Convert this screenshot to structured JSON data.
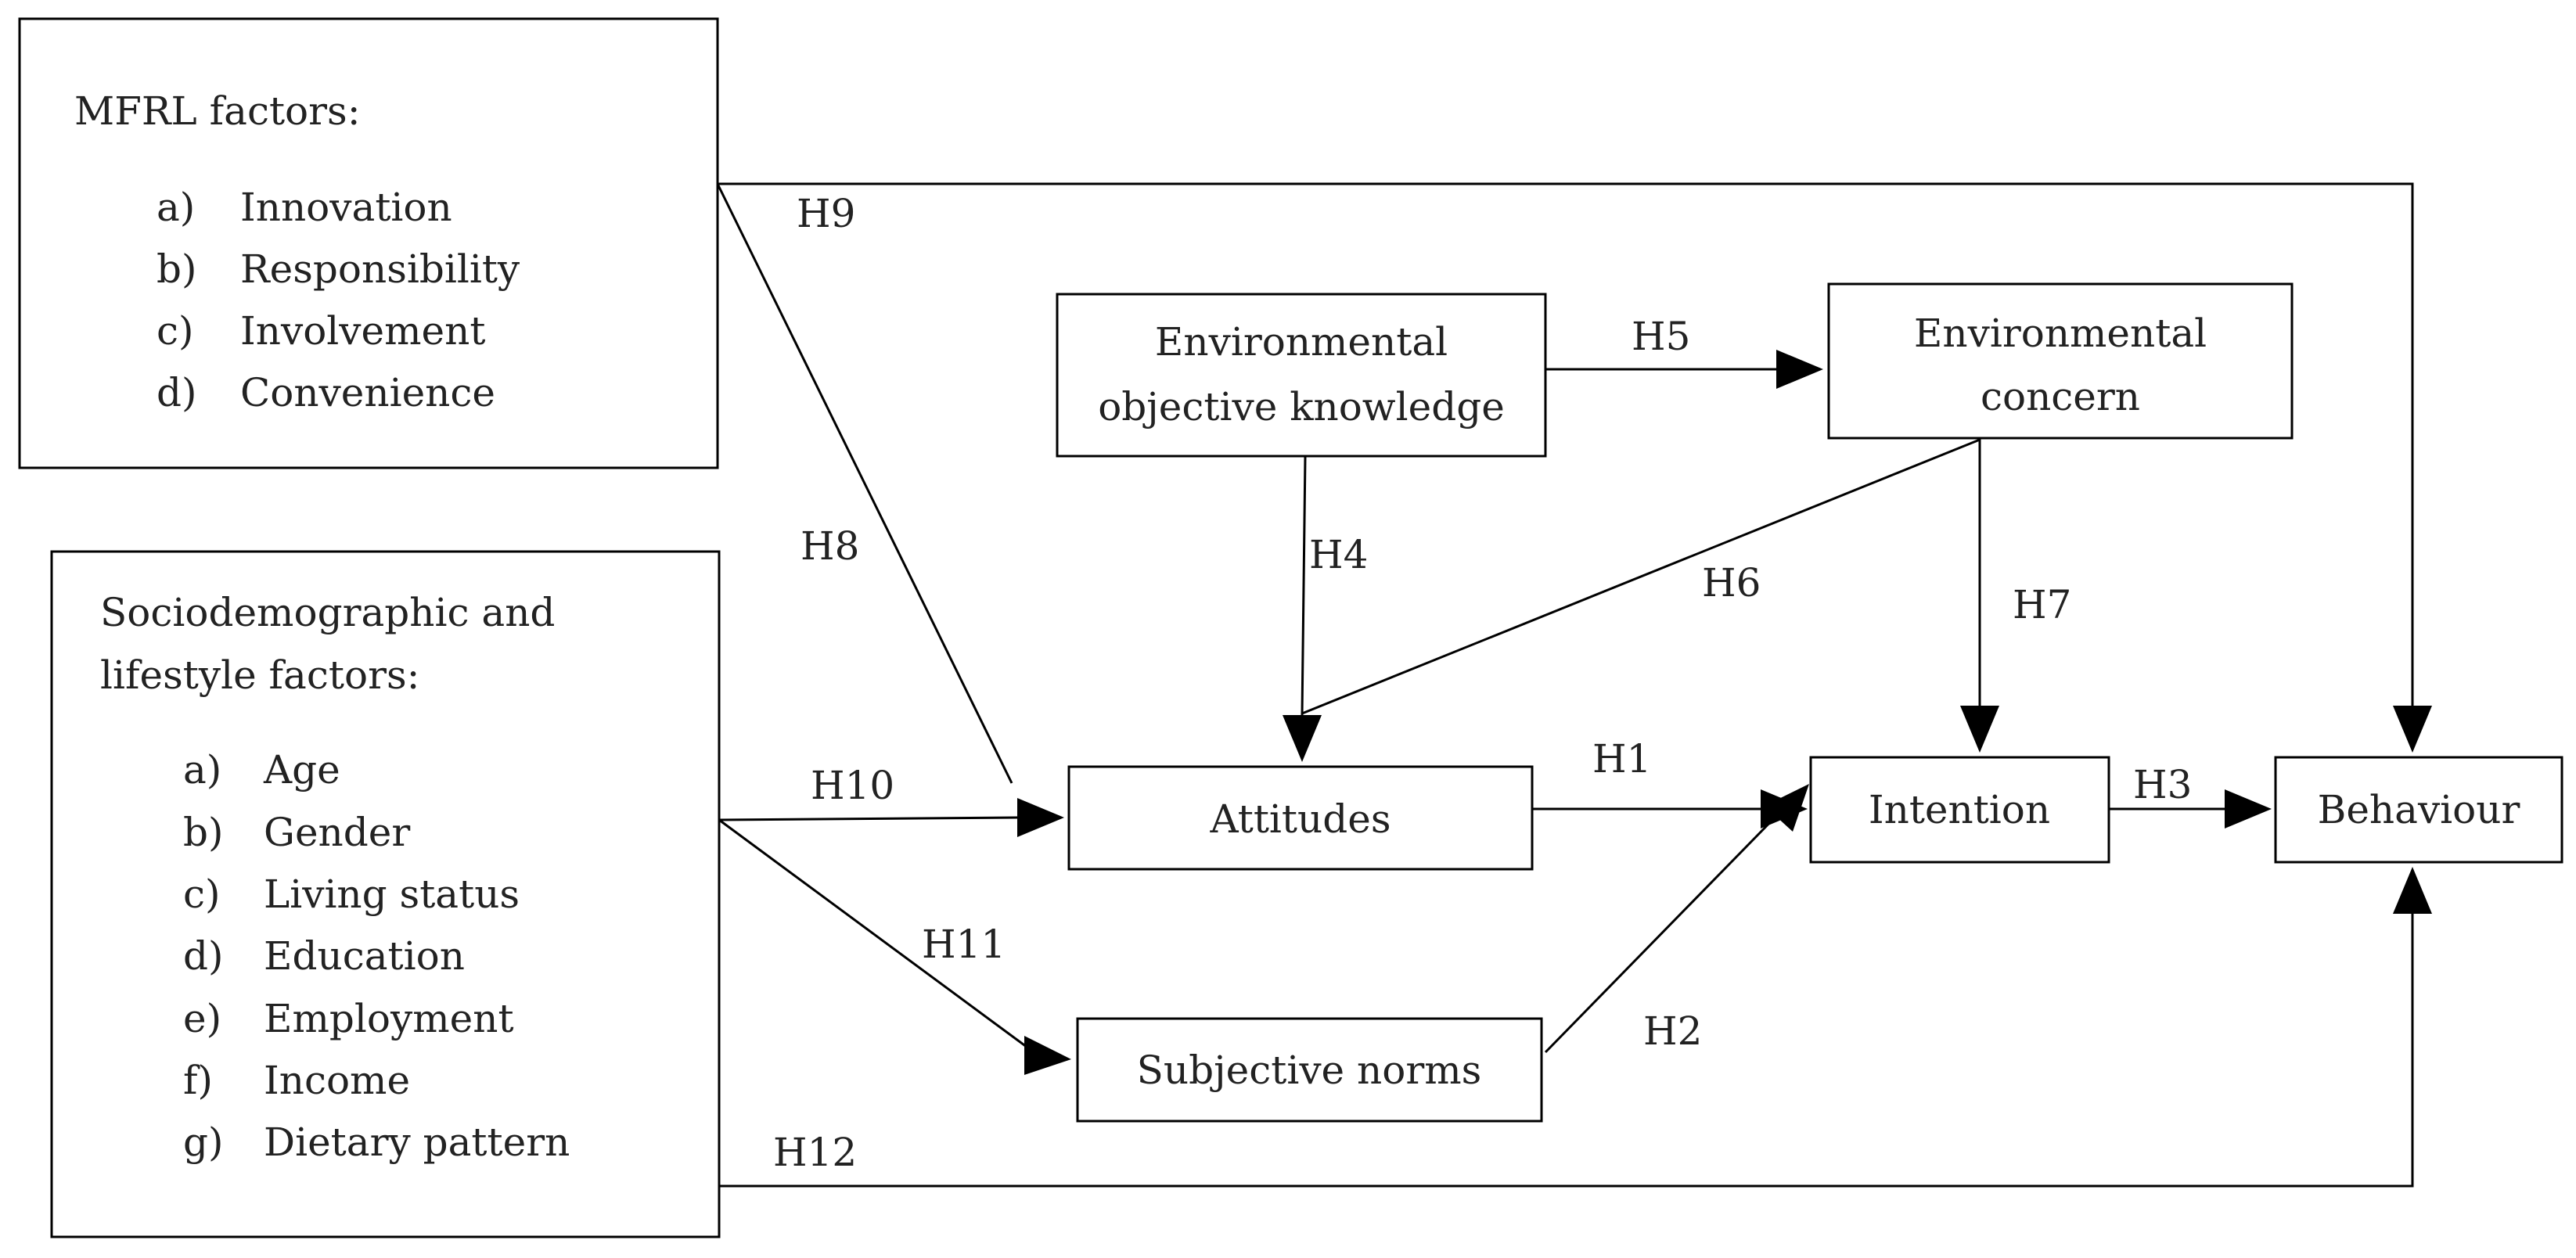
{
  "mfrl": {
    "title": "MFRL factors:",
    "items": [
      {
        "marker": "a)",
        "label": "Innovation"
      },
      {
        "marker": "b)",
        "label": "Responsibility"
      },
      {
        "marker": "c)",
        "label": "Involvement"
      },
      {
        "marker": "d)",
        "label": "Convenience"
      }
    ]
  },
  "socio": {
    "title_line1": "Sociodemographic and",
    "title_line2": "lifestyle factors:",
    "items": [
      {
        "marker": "a)",
        "label": "Age"
      },
      {
        "marker": "b)",
        "label": "Gender"
      },
      {
        "marker": "c)",
        "label": "Living status"
      },
      {
        "marker": "d)",
        "label": "Education"
      },
      {
        "marker": "e)",
        "label": "Employment"
      },
      {
        "marker": "f)",
        "label": "Income"
      },
      {
        "marker": "g)",
        "label": "Dietary pattern"
      }
    ]
  },
  "nodes": {
    "knowledge_line1": "Environmental",
    "knowledge_line2": "objective knowledge",
    "concern_line1": "Environmental",
    "concern_line2": "concern",
    "attitudes": "Attitudes",
    "intention": "Intention",
    "behaviour": "Behaviour",
    "subjective_norms": "Subjective norms"
  },
  "hypotheses": {
    "h1": "H1",
    "h2": "H2",
    "h3": "H3",
    "h4": "H4",
    "h5": "H5",
    "h6": "H6",
    "h7": "H7",
    "h8": "H8",
    "h9": "H9",
    "h10": "H10",
    "h11": "H11",
    "h12": "H12"
  }
}
